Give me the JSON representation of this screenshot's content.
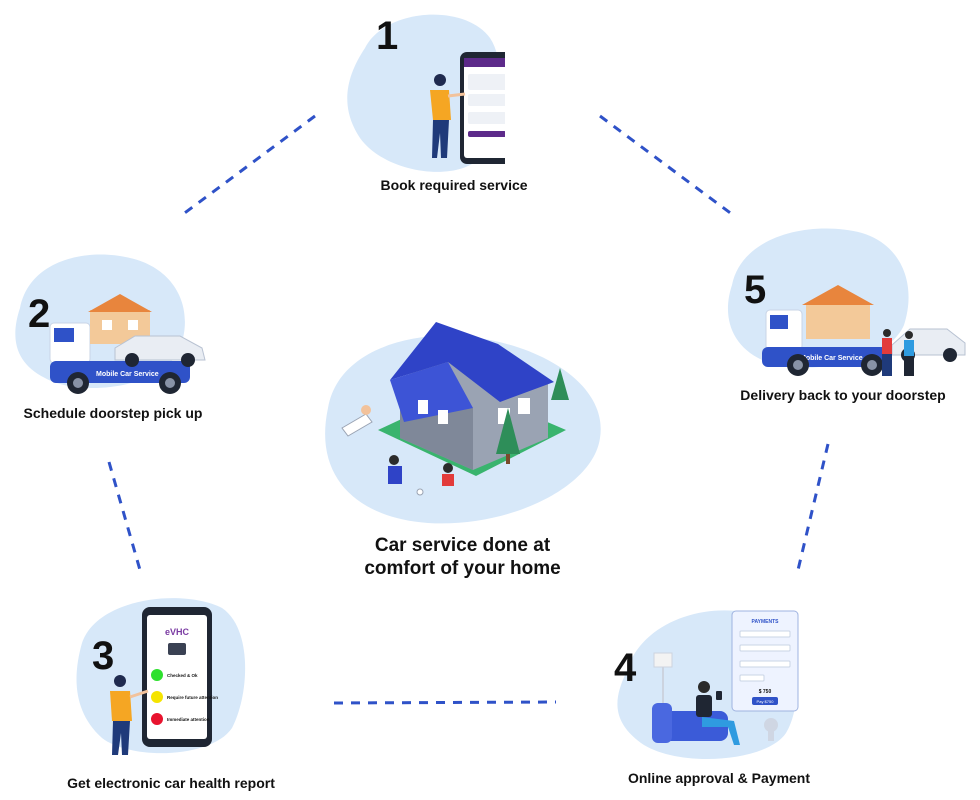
{
  "center": {
    "title_line1": "Car service done at",
    "title_line2": "comfort of your home"
  },
  "steps": [
    {
      "number": "1",
      "label": "Book required service"
    },
    {
      "number": "2",
      "label": "Schedule doorstep pick up"
    },
    {
      "number": "3",
      "label": "Get electronic car health report"
    },
    {
      "number": "4",
      "label": "Online approval  & Payment"
    },
    {
      "number": "5",
      "label": "Delivery back to your doorstep"
    }
  ],
  "truck_text": "Mobile Car Service",
  "phone_app": {
    "title": "eVHC",
    "items": [
      "Checked & Ok",
      "Require future attention",
      "Immediate attention"
    ]
  },
  "payment": {
    "header": "PAYMENTS",
    "amount": "$ 750",
    "button": "Pay $750"
  },
  "colors": {
    "blob": "#d7e8f9",
    "accent_blue": "#2f52c8",
    "roof_blue": "#2f43c7",
    "lawn_green": "#39b46e",
    "connector": "#2f52c8"
  }
}
